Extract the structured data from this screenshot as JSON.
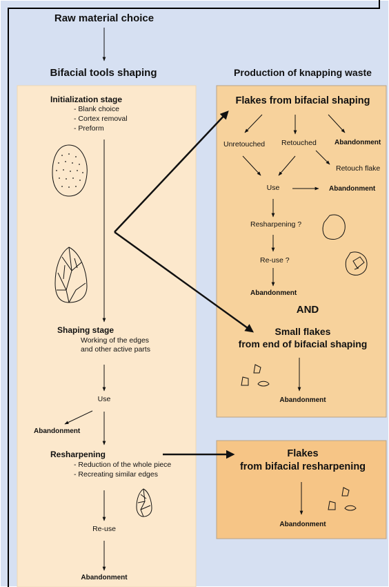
{
  "colors": {
    "background": "#d6e0f2",
    "left_panel": "#fce8cc",
    "right_panel_1": "#f7d29c",
    "right_panel_2": "#f6c586",
    "border": "#000000"
  },
  "top": {
    "raw_material": "Raw material choice",
    "bifacial_title": "Bifacial tools shaping",
    "production_title": "Production of knapping waste"
  },
  "left": {
    "init_title": "Initialization stage",
    "init_items": [
      "- Blank choice",
      "- Cortex removal",
      "- Preform"
    ],
    "shaping_title": "Shaping stage",
    "shaping_items": [
      "Working of the edges",
      "and other active parts"
    ],
    "use": "Use",
    "abandonment_side": "Abandonment",
    "resharpening_title": "Resharpening",
    "resharpening_items": [
      "- Reduction of the whole piece",
      "- Recreating similar edges"
    ],
    "reuse": "Re-use",
    "abandonment_final": "Abandonment"
  },
  "right1": {
    "title": "Flakes from bifacial shaping",
    "unretouched": "Unretouched",
    "retouched": "Retouched",
    "abandonment_top": "Abandonment",
    "retouch_flake": "Retouch flake",
    "use": "Use",
    "abandonment_use": "Abandonment",
    "resharpening": "Resharpening ?",
    "reuse": "Re-use ?",
    "abandonment_bottom": "Abandonment",
    "and": "AND",
    "small_line1": "Small flakes",
    "small_line2": "from end of bifacial shaping",
    "abandonment_small": "Abandonment"
  },
  "right2": {
    "line1": "Flakes",
    "line2": "from bifacial resharpening",
    "abandonment": "Abandonment"
  },
  "icons": [
    "cortex-blank-drawing",
    "preform-biface-drawing",
    "resharpened-biface-drawing",
    "flake-drawing",
    "small-flakes-drawing"
  ]
}
